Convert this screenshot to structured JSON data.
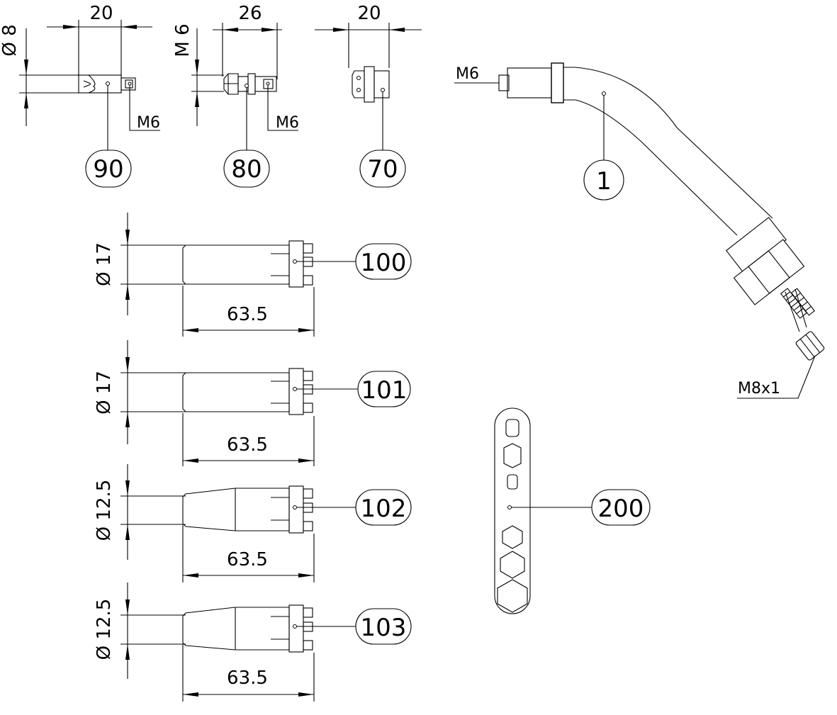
{
  "parts": {
    "p90": {
      "number": "90",
      "width": "20",
      "diameter": "Ø 8",
      "thread": "M6"
    },
    "p80": {
      "number": "80",
      "width": "26",
      "diameter": "M 6",
      "thread": "M6"
    },
    "p70": {
      "number": "70",
      "width": "20"
    },
    "p1": {
      "number": "1",
      "thread_top": "M6",
      "thread_bottom": "M8x1"
    },
    "p100": {
      "number": "100",
      "diameter": "Ø 17",
      "length": "63.5"
    },
    "p101": {
      "number": "101",
      "diameter": "Ø 17",
      "length": "63.5"
    },
    "p102": {
      "number": "102",
      "diameter": "Ø 12.5",
      "length": "63.5"
    },
    "p103": {
      "number": "103",
      "diameter": "Ø 12.5",
      "length": "63.5"
    },
    "p200": {
      "number": "200"
    }
  },
  "style": {
    "line_color": "#000000",
    "background": "#ffffff"
  }
}
